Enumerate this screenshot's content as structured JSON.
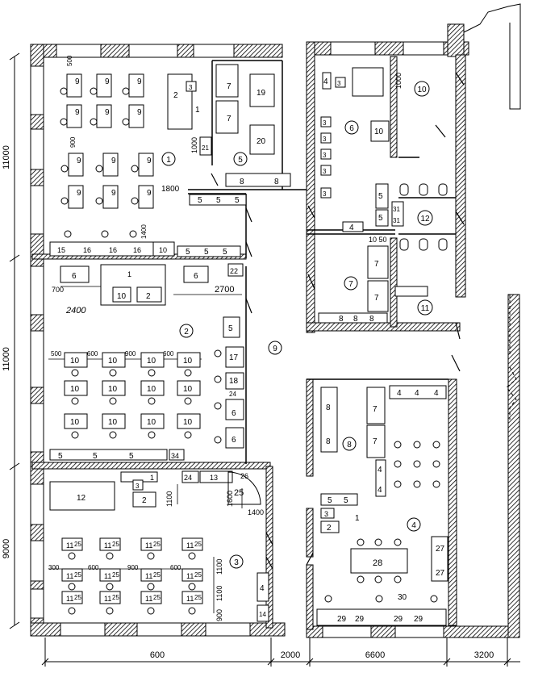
{
  "dimensions": {
    "left": [
      "11000",
      "11000",
      "9000"
    ],
    "bottom": [
      "600",
      "2000",
      "6600",
      "3200"
    ],
    "interior": {
      "d500": "500",
      "d900a": "900",
      "d1000a": "1000",
      "d1400a": "1400",
      "d1800": "1800",
      "d700": "700",
      "d2400": "2400",
      "d2700": "2700",
      "d500b": "500",
      "d600a": "600",
      "d900b": "900",
      "d600b": "600",
      "d1100a": "1100",
      "d1600": "1600",
      "d1400b": "1400",
      "d300": "300",
      "d600c": "600",
      "d900c": "900",
      "d600d": "600",
      "d1100b": "1100",
      "d1100c": "1100",
      "d900d": "900",
      "d1000b": "1000",
      "d1050": "10 50"
    }
  },
  "rooms": {
    "r1": "1",
    "r2": "2",
    "r3": "3",
    "r4": "4",
    "r5": "5",
    "r6": "6",
    "r7": "7",
    "r8": "8",
    "r9": "9",
    "r10": "10",
    "r11": "11",
    "r12": "12"
  },
  "equipment": {
    "e1": "1",
    "e2": "2",
    "e3": "3",
    "e4": "4",
    "e5": "5",
    "e6": "6",
    "e7": "7",
    "e8": "8",
    "e9": "9",
    "e10": "10",
    "e11": "11",
    "e12": "12",
    "e13": "13",
    "e14": "14",
    "e15": "15",
    "e16": "16",
    "e17": "17",
    "e18": "18",
    "e19": "19",
    "e20": "20",
    "e21": "21",
    "e22": "22",
    "e24": "24",
    "e25": "25",
    "e26": "26",
    "e27": "27",
    "e28": "28",
    "e29": "29",
    "e30": "30",
    "e31": "31",
    "e34": "34"
  }
}
